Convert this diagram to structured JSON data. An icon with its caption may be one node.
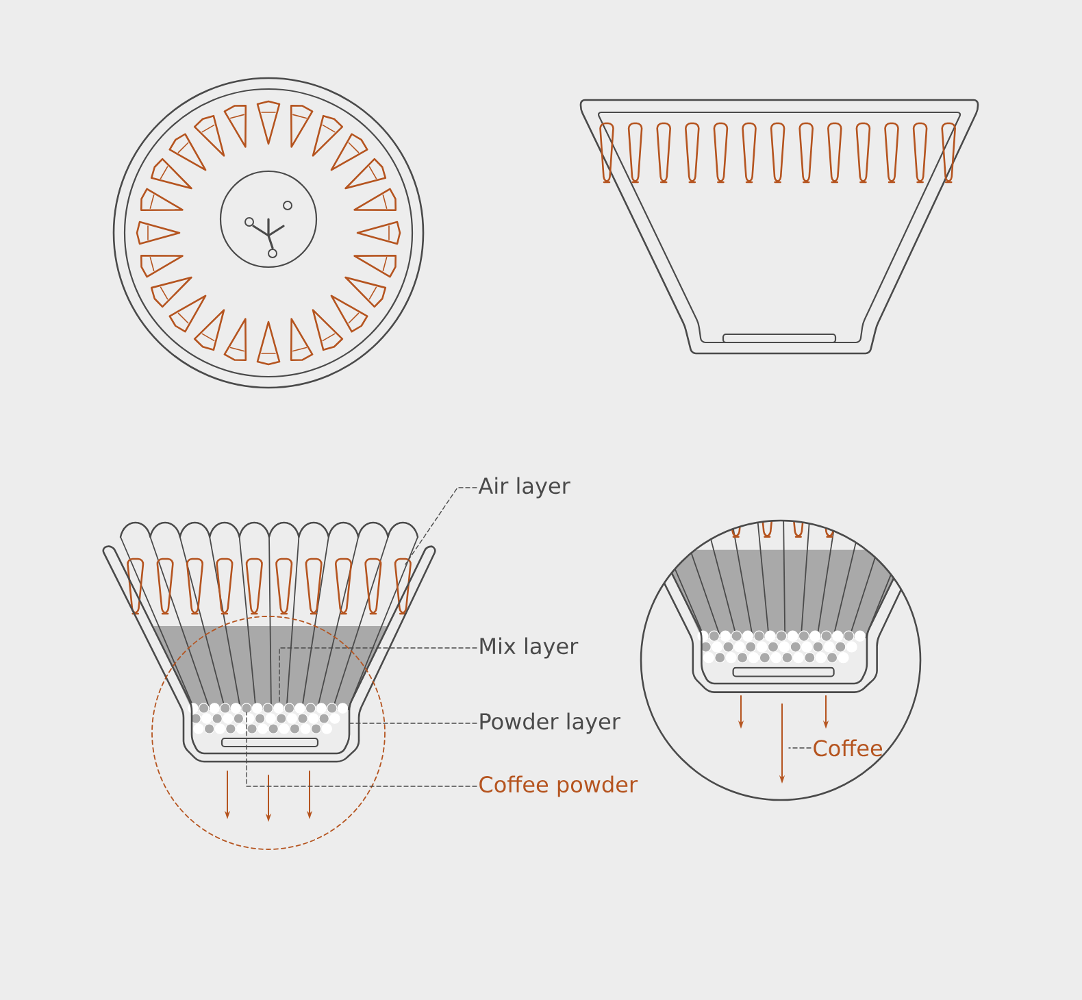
{
  "diagram": {
    "nodes": [
      {
        "text": [
          "Air layer"
        ]
      },
      {
        "text": [
          "Mix layer"
        ]
      },
      {
        "text": [
          "Powder layer"
        ]
      },
      {
        "text": [
          "Coffee powder"
        ]
      },
      {
        "text": [
          "Coffee"
        ]
      }
    ],
    "edges": [
      {
        "from": 0,
        "to": null,
        "arrow": "none",
        "style": "dashed"
      },
      {
        "from": 1,
        "to": null,
        "arrow": "none",
        "style": "dashed"
      },
      {
        "from": 2,
        "to": null,
        "arrow": "none",
        "style": "dashed"
      },
      {
        "from": 3,
        "to": null,
        "arrow": "none",
        "style": "dashed"
      },
      {
        "from": 4,
        "to": null,
        "arrow": "none",
        "style": "dashed"
      }
    ]
  }
}
